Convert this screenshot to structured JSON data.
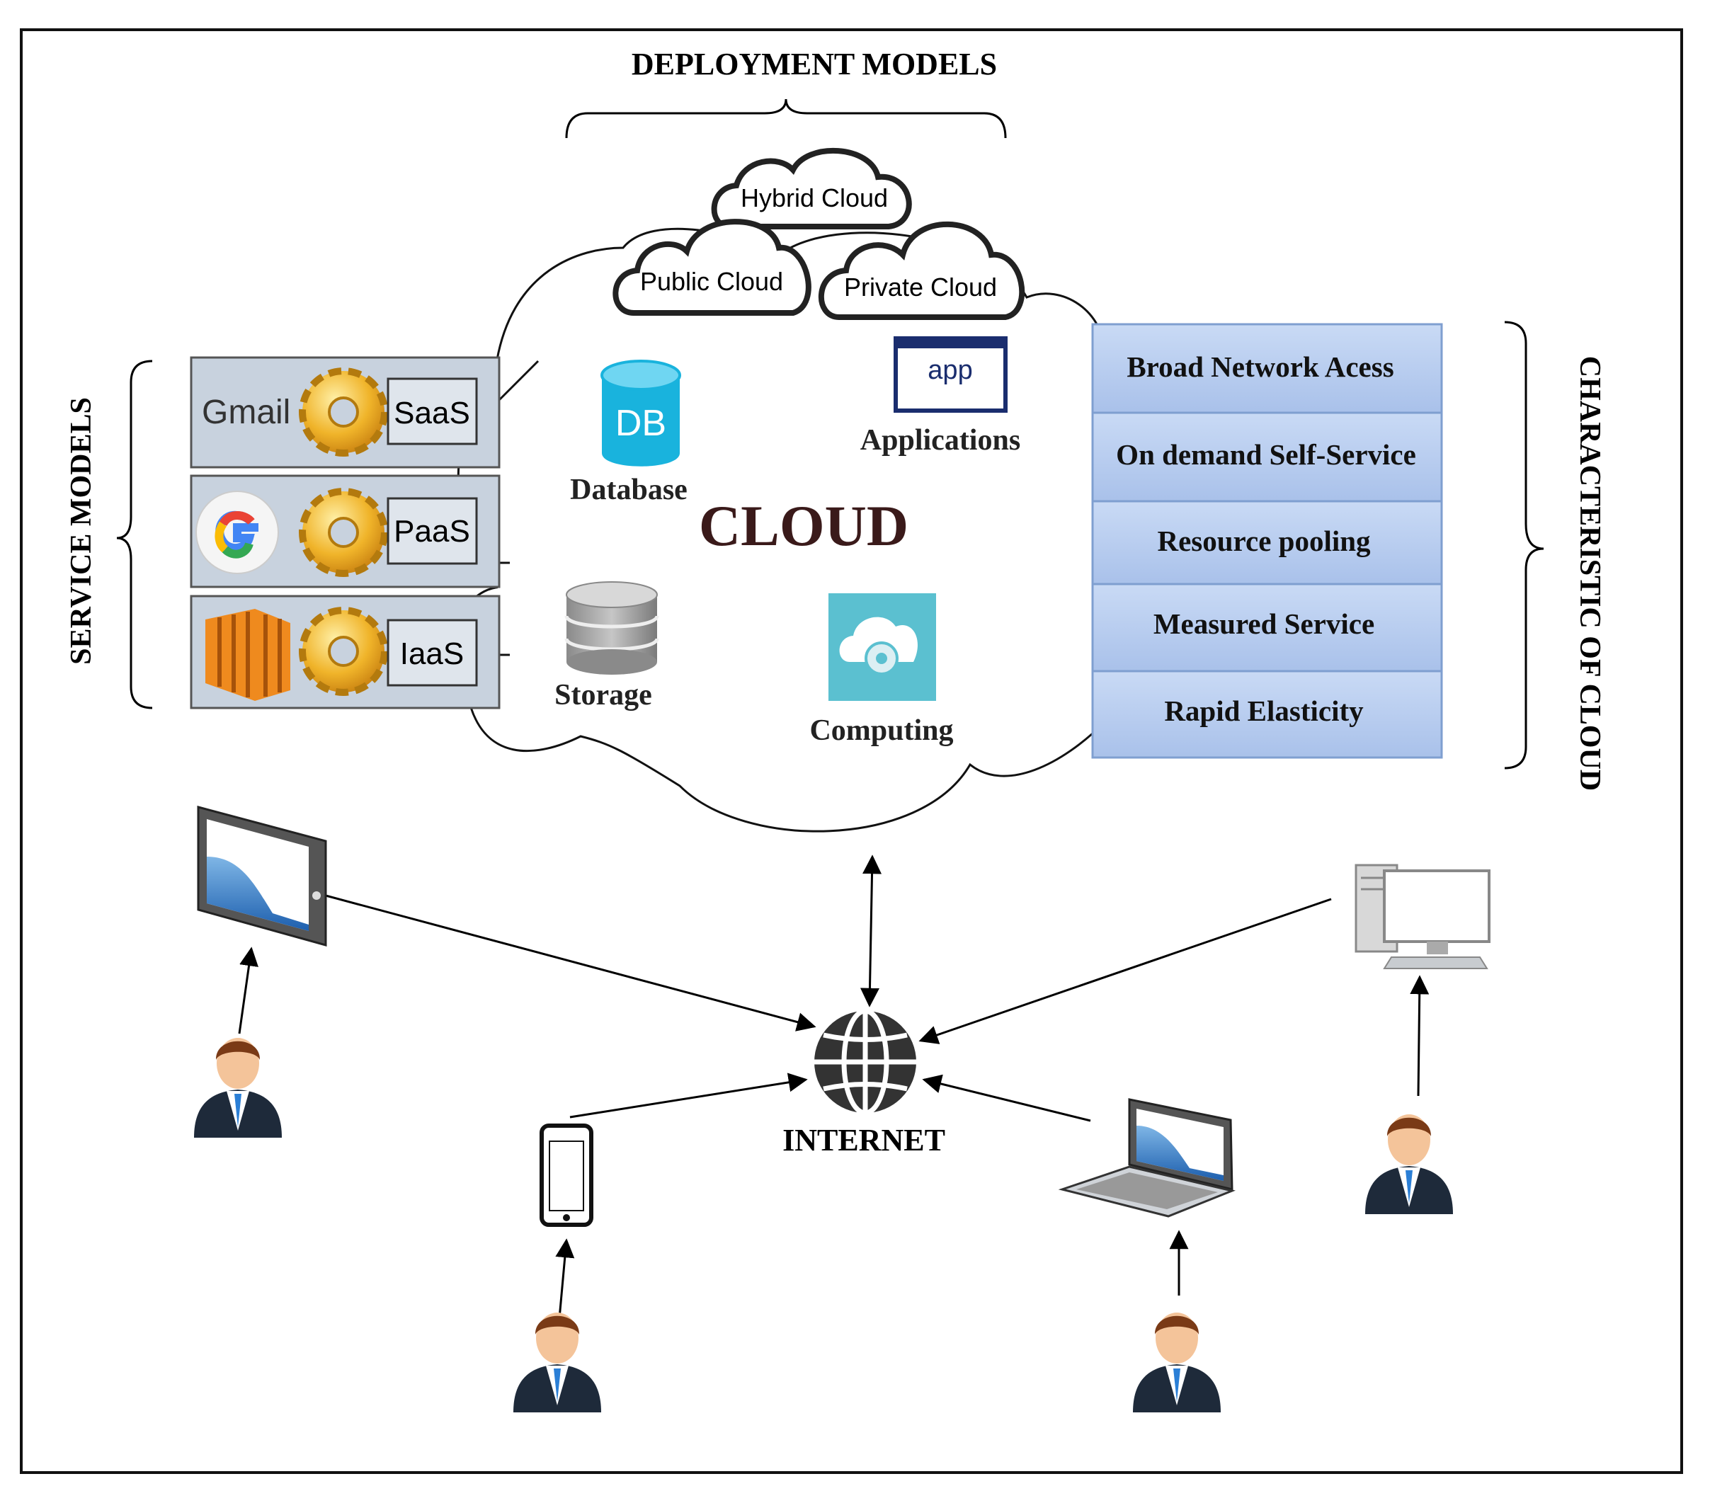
{
  "title": "DEPLOYMENT MODELS",
  "deployment_models": [
    "Hybrid Cloud",
    "Public Cloud",
    "Private Cloud"
  ],
  "service_models_label": "SERVICE MODELS",
  "service_models": [
    {
      "logo": "Gmail",
      "label": "SaaS",
      "logo_icon": "gmail-logo-icon"
    },
    {
      "logo": "G",
      "label": "PaaS",
      "logo_icon": "google-logo-icon"
    },
    {
      "logo": "",
      "label": "IaaS",
      "logo_icon": "aws-logo-icon"
    }
  ],
  "cloud": {
    "label": "CLOUD",
    "database": {
      "icon_text": "DB",
      "label": "Database"
    },
    "applications": {
      "icon_text": "app",
      "label": "Applications"
    },
    "storage": {
      "label": "Storage"
    },
    "computing": {
      "label": "Computing"
    }
  },
  "characteristics_label": "CHARACTERISTIC OF CLOUD",
  "characteristics": [
    "Broad Network Acess",
    "On demand Self-Service",
    "Resource pooling",
    "Measured Service",
    "Rapid Elasticity"
  ],
  "internet_label": "INTERNET",
  "colors": {
    "char_fill": "#b8cdf0",
    "char_border": "#7f9fd0",
    "service_fill": "#c8d2de",
    "db_cyan": "#19b3dd",
    "computing_teal": "#5bc0d0",
    "aws_orange": "#ef8a1e",
    "gear_gold": "#f0b42a",
    "cloud_text": "#3a1a1a"
  }
}
